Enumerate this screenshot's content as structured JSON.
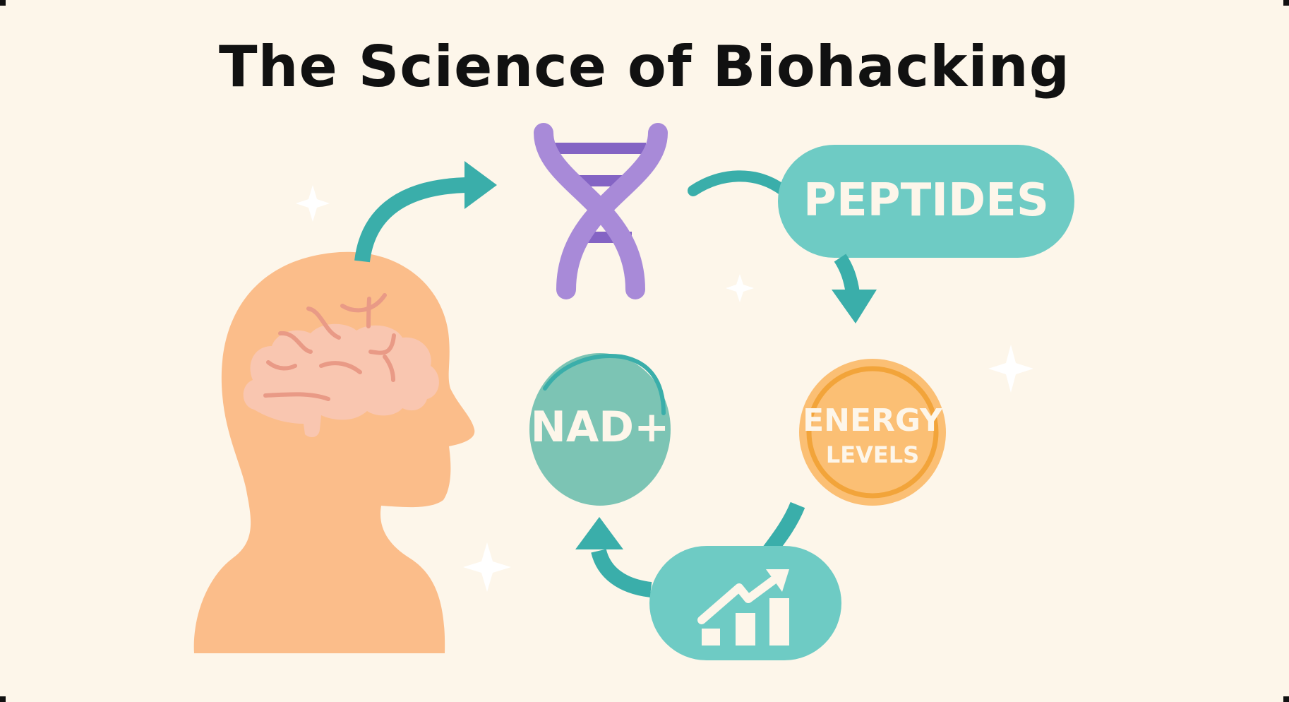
{
  "title": "The Science of Biohacking",
  "nodes": {
    "head": {
      "icon": "human-head-with-brain"
    },
    "dna": {
      "icon": "dna-helix"
    },
    "peptides": {
      "label": "PEPTIDES"
    },
    "energy": {
      "line1": "ENERGY",
      "line2": "LEVELS"
    },
    "nad": {
      "label": "NAD+"
    },
    "growth": {
      "icon": "growth-chart"
    }
  },
  "colors": {
    "background": "#fdf6ea",
    "teal": "#6ecbc4",
    "teal_dark": "#3aaeaa",
    "nad_green": "#7cc4b4",
    "orange": "#fbbf74",
    "orange_ring": "#f2a43a",
    "skin": "#fbbd8a",
    "brain": "#f9c6b0",
    "brain_lines": "#e99a86",
    "dna_purple": "#a88ad8",
    "dna_rungs": "#8464c4"
  }
}
